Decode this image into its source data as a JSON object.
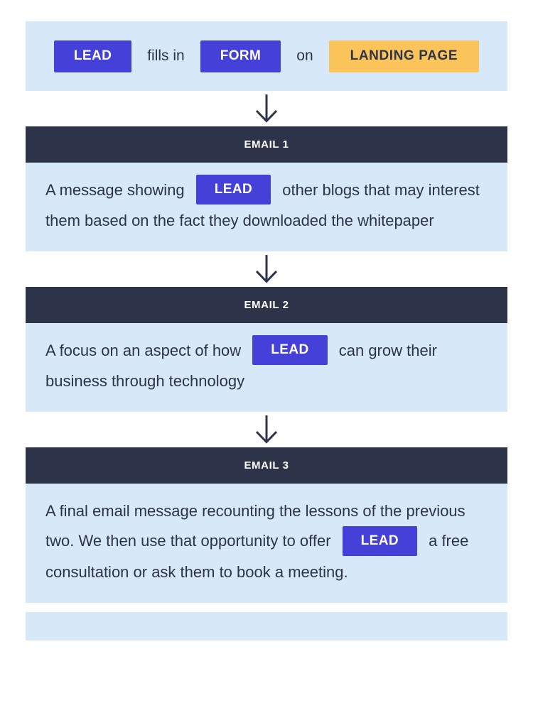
{
  "colors": {
    "light_blue": "#d7e9f8",
    "navy": "#2d3348",
    "purple": "#4440d8",
    "yellow": "#fbc45a",
    "white": "#ffffff"
  },
  "flow_header": {
    "lead_badge": "LEAD",
    "fills_in_text": "fills in",
    "form_badge": "FORM",
    "on_text": "on",
    "landing_page_badge": "LANDING PAGE"
  },
  "icons": {
    "down_arrow": "down-arrow"
  },
  "emails": [
    {
      "title": "EMAIL 1",
      "body_pre": "A message showing",
      "badge": "LEAD",
      "body_post": "other blogs that may interest them based on the fact they downloaded the whitepaper"
    },
    {
      "title": "EMAIL 2",
      "body_pre": "A focus on an aspect of how",
      "badge": "LEAD",
      "body_post": "can grow their business through technology"
    },
    {
      "title": "EMAIL 3",
      "body_pre": "A final email message recounting the lessons of the previous two. We then use that opportunity to offer",
      "badge": "LEAD",
      "body_post": "a free consultation or ask them to book a meeting."
    }
  ]
}
